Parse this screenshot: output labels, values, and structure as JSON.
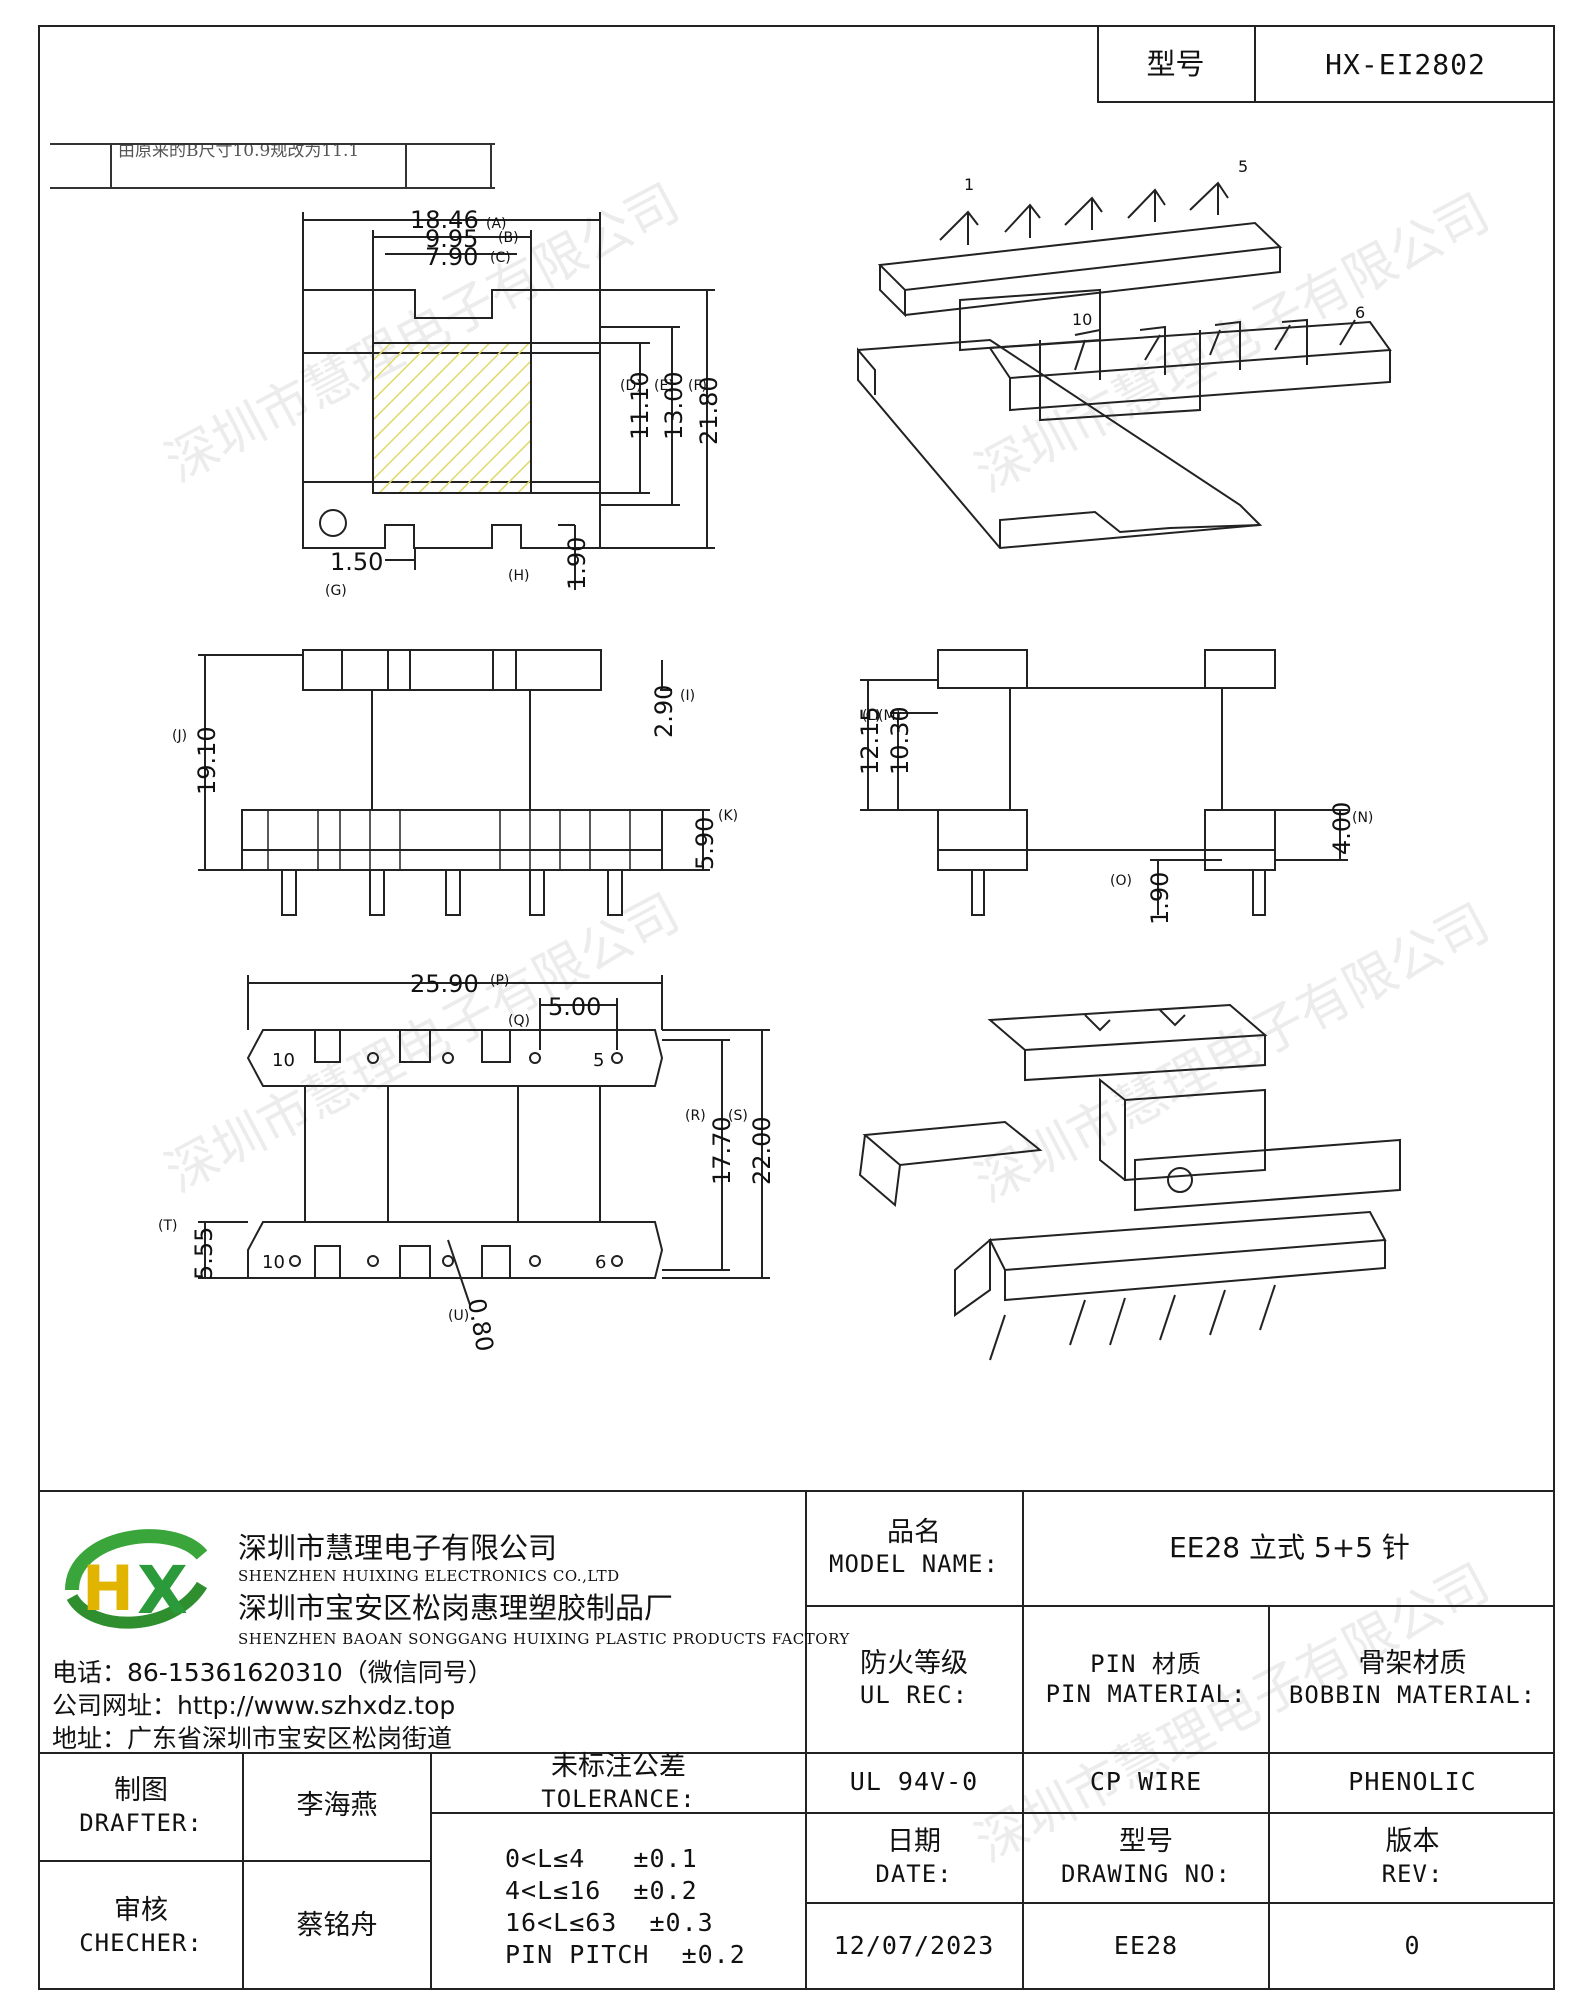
{
  "header": {
    "model_label": "型号",
    "model_value": "HX-EI2802"
  },
  "revision_strip": "由原来的B尺寸10.9规改为11.1",
  "dimensions": {
    "A": "18.46",
    "B": "9.95",
    "C": "7.90",
    "D": "11.10",
    "E": "13.00",
    "F": "21.80",
    "G": "1.50",
    "H": "1.90",
    "I": "2.90",
    "J": "19.10",
    "K": "5.90",
    "L": "12.15",
    "M": "10.30",
    "N": "4.00",
    "O": "1.90",
    "P": "25.90",
    "Q": "5.00",
    "R": "17.70",
    "S": "22.00",
    "T": "5.55",
    "U": "0.80"
  },
  "dim_letters": [
    "(A)",
    "(B)",
    "(C)",
    "(D)",
    "(E)",
    "(F)",
    "(G)",
    "(H)",
    "(I)",
    "(J)",
    "(K)",
    "(L)",
    "(M)",
    "(N)",
    "(O)",
    "(P)",
    "(Q)",
    "(R)",
    "(S)",
    "(T)",
    "(U)"
  ],
  "pin_numbers": {
    "top_left": "10",
    "top_right": "5",
    "bottom_left": "10",
    "bottom_right": "6",
    "iso_1": "1",
    "iso_5": "5",
    "iso_10": "10",
    "iso_6": "6"
  },
  "watermark": "深圳市慧理电子有限公司",
  "company": {
    "logo_letters": "HX",
    "name_cn": "深圳市慧理电子有限公司",
    "name_en": "SHENZHEN HUIXING ELECTRONICS CO.,LTD",
    "factory_cn": "深圳市宝安区松岗惠理塑胶制品厂",
    "factory_en": "SHENZHEN BAOAN SONGGANG HUIXING PLASTIC PRODUCTS FACTORY",
    "phone": "电话：86-15361620310（微信同号）",
    "website": "公司网址：http://www.szhxdz.top",
    "address": "地址：广东省深圳市宝安区松岗街道"
  },
  "title_block": {
    "model_name_cn": "品名",
    "model_name_en": "MODEL NAME:",
    "model_name_value": "EE28 立式 5+5 针",
    "ul_cn": "防火等级",
    "ul_en": "UL REC:",
    "ul_value": "UL 94V-0",
    "pin_cn": "PIN 材质",
    "pin_en": "PIN MATERIAL:",
    "pin_value": "CP WIRE",
    "bobbin_cn": "骨架材质",
    "bobbin_en": "BOBBIN MATERIAL:",
    "bobbin_value": "PHENOLIC",
    "drafter_cn": "制图",
    "drafter_en": "DRAFTER:",
    "drafter_value": "李海燕",
    "checker_cn": "审核",
    "checker_en": "CHECHER:",
    "checker_value": "蔡铭舟",
    "tol_cn": "未标注公差",
    "tol_en": "TOLERANCE:",
    "tol_lines": [
      "0<L≤4   ±0.1",
      "4<L≤16  ±0.2",
      "16<L≤63  ±0.3",
      "PIN PITCH  ±0.2"
    ],
    "date_cn": "日期",
    "date_en": "DATE:",
    "date_value": "12/07/2023",
    "drawing_cn": "型号",
    "drawing_en": "DRAWING NO:",
    "drawing_value": "EE28",
    "rev_cn": "版本",
    "rev_en": "REV:",
    "rev_value": "0"
  }
}
